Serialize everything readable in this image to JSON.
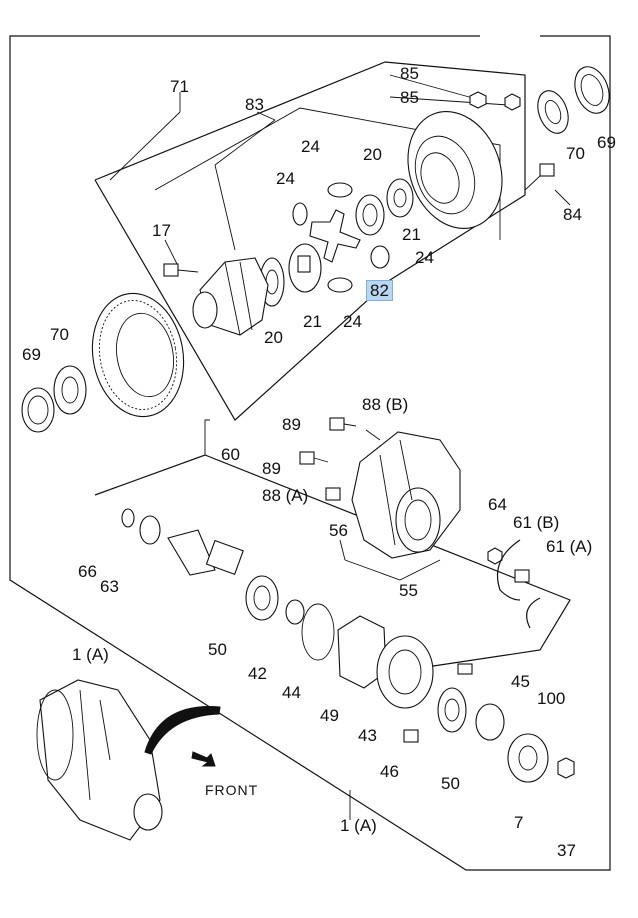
{
  "labels": {
    "l71": "71",
    "l83": "83",
    "l85a": "85",
    "l85b": "85",
    "l69a": "69",
    "l70a": "70",
    "l84": "84",
    "l24a": "24",
    "l24b": "24",
    "l20a": "20",
    "l21a": "21",
    "l24c": "24",
    "l82": "82",
    "l17": "17",
    "l21b": "21",
    "l24d": "24",
    "l20b": "20",
    "l70b": "70",
    "l69b": "69",
    "l88b": "88 (B)",
    "l89a": "89",
    "l89b": "89",
    "l88a": "88 (A)",
    "l60": "60",
    "l64": "64",
    "l61b": "61 (B)",
    "l61a": "61 (A)",
    "l56": "56",
    "l55": "55",
    "l66": "66",
    "l63": "63",
    "l50a": "50",
    "l42": "42",
    "l44": "44",
    "l49": "49",
    "l43": "43",
    "l45": "45",
    "l100": "100",
    "l1a": "1 (A)",
    "l46": "46",
    "l50b": "50",
    "l7": "7",
    "l37": "37",
    "l1b": "1 (A)"
  },
  "front_label": "FRONT",
  "highlight_color": "#b9d7f2"
}
